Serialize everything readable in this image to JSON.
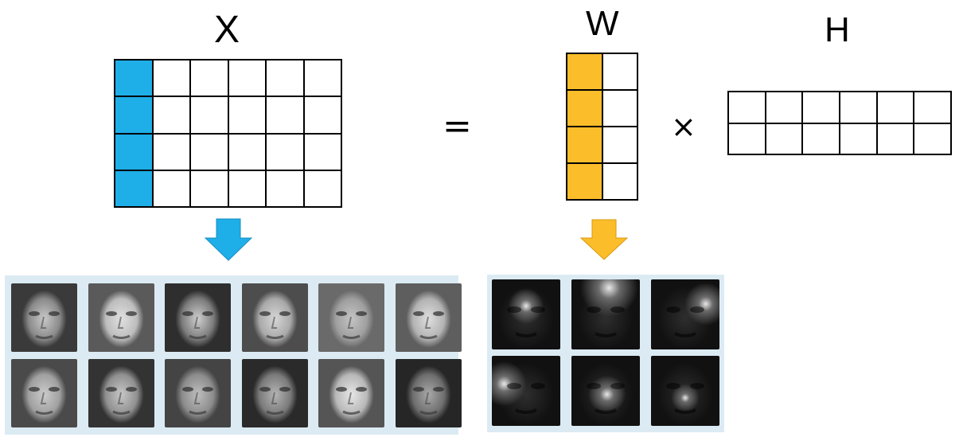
{
  "labels": {
    "x": "X",
    "w": "W",
    "h": "H"
  },
  "operators": {
    "equals": "=",
    "times": "×"
  },
  "colors": {
    "x_highlight": "#1eaee8",
    "w_highlight": "#fbbd2a",
    "panel_bg": "#dcebf3",
    "grid_line": "#000000"
  },
  "matrices": {
    "x": {
      "rows": 4,
      "cols": 6,
      "highlight_col": 0
    },
    "w": {
      "rows": 4,
      "cols": 2,
      "highlight_col": 0
    },
    "h": {
      "rows": 2,
      "cols": 6,
      "highlight_col": null
    }
  },
  "panels": {
    "faces": {
      "rows": 2,
      "cols": 6,
      "description_icon": "face-photo"
    },
    "basis": {
      "rows": 2,
      "cols": 3,
      "description_icon": "basis-image"
    }
  }
}
